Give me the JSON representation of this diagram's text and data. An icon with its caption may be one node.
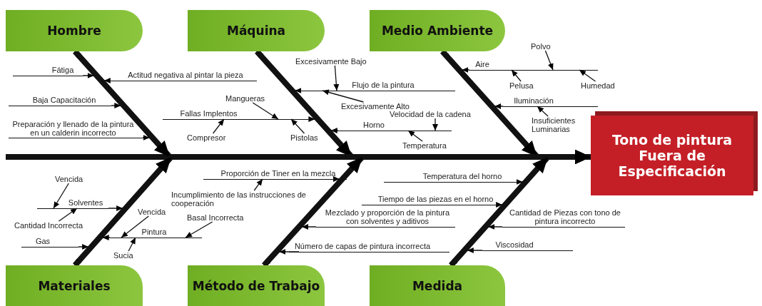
{
  "diagram": {
    "nodes": [
      {
        "text": [
          "Hombre"
        ]
      },
      {
        "text": [
          "Máquina"
        ]
      },
      {
        "text": [
          "Medio Ambiente"
        ]
      },
      {
        "text": [
          "Fátiga"
        ]
      },
      {
        "text": [
          "Actitud negativa al pintar la pieza"
        ]
      },
      {
        "text": [
          "Baja Capacitación"
        ]
      },
      {
        "text": [
          "Preparación y llenado de la pintura en un calderin incorrecto"
        ]
      },
      {
        "text": [
          "Excesivamente Bajo"
        ]
      },
      {
        "text": [
          "Flujo de la pintura"
        ]
      },
      {
        "text": [
          "Excesivamente Alto"
        ]
      },
      {
        "text": [
          "Mangueras"
        ]
      },
      {
        "text": [
          "Fallas Implentos"
        ]
      },
      {
        "text": [
          "Compresor"
        ]
      },
      {
        "text": [
          "Pistolas"
        ]
      },
      {
        "text": [
          "Velocidad de la cadena"
        ]
      },
      {
        "text": [
          "Horno"
        ]
      },
      {
        "text": [
          "Temperatura"
        ]
      },
      {
        "text": [
          "Polvo"
        ]
      },
      {
        "text": [
          "Aire"
        ]
      },
      {
        "text": [
          "Pelusa"
        ]
      },
      {
        "text": [
          "Humedad"
        ]
      },
      {
        "text": [
          "Iluminación"
        ]
      },
      {
        "text": [
          "Insuficientes Luminarias"
        ]
      },
      {
        "text": [
          "Tono de pintura Fuera de Especificación"
        ]
      },
      {
        "text": [
          "Vencida"
        ]
      },
      {
        "text": [
          "Solventes"
        ]
      },
      {
        "text": [
          "Cantidad Incorrecta"
        ]
      },
      {
        "text": [
          "Gas"
        ]
      },
      {
        "text": [
          "Vencida"
        ]
      },
      {
        "text": [
          "Pintura"
        ]
      },
      {
        "text": [
          "Sucia"
        ]
      },
      {
        "text": [
          "Basal Incorrecta"
        ]
      },
      {
        "text": [
          "Proporción de Tiner en la mezcla"
        ]
      },
      {
        "text": [
          "Incumplimiento de las instrucciones de cooperación"
        ]
      },
      {
        "text": [
          "Mezclado y proporción de la pintura con solventes y aditivos"
        ]
      },
      {
        "text": [
          "Número de capas de pintura incorrecta"
        ]
      },
      {
        "text": [
          "Temperatura del horno"
        ]
      },
      {
        "text": [
          "Tiempo de las piezas en el horno"
        ]
      },
      {
        "text": [
          "Cantidad de Piezas con tono de pintura incorrecto"
        ]
      },
      {
        "text": [
          "Viscosidad"
        ]
      },
      {
        "text": [
          "Materiales"
        ]
      },
      {
        "text": [
          "Método de Trabajo"
        ]
      },
      {
        "text": [
          "Medida"
        ]
      }
    ],
    "edges": [
      {
        "from": null,
        "to": 23,
        "arrow": "to",
        "style": "thick"
      },
      {
        "from": 0,
        "to": 23,
        "arrow": "to",
        "style": "thick"
      },
      {
        "from": 1,
        "to": 23,
        "arrow": "to",
        "style": "thick"
      },
      {
        "from": 2,
        "to": 23,
        "arrow": "to",
        "style": "thick"
      },
      {
        "from": 40,
        "to": 23,
        "arrow": "to",
        "style": "thick"
      },
      {
        "from": 41,
        "to": 23,
        "arrow": "to",
        "style": "thick"
      },
      {
        "from": 42,
        "to": 23,
        "arrow": "to",
        "style": "thick"
      },
      {
        "from": 3,
        "to": 0,
        "arrow": "to"
      },
      {
        "from": 4,
        "to": 0,
        "arrow": "to"
      },
      {
        "from": 5,
        "to": 0,
        "arrow": "to"
      },
      {
        "from": 6,
        "to": 0,
        "arrow": "to"
      },
      {
        "from": 8,
        "to": 1,
        "arrow": "to"
      },
      {
        "from": 11,
        "to": 1,
        "arrow": "to"
      },
      {
        "from": 15,
        "to": 1,
        "arrow": "to"
      },
      {
        "from": 18,
        "to": 2,
        "arrow": "to"
      },
      {
        "from": 21,
        "to": 2,
        "arrow": "to"
      },
      {
        "from": 25,
        "to": 40,
        "arrow": "to"
      },
      {
        "from": 27,
        "to": 40,
        "arrow": "to"
      },
      {
        "from": 29,
        "to": 40,
        "arrow": "to"
      },
      {
        "from": 32,
        "to": 41,
        "arrow": "to"
      },
      {
        "from": 34,
        "to": 41,
        "arrow": "to"
      },
      {
        "from": 35,
        "to": 41,
        "arrow": "to"
      },
      {
        "from": 36,
        "to": 42,
        "arrow": "to"
      },
      {
        "from": 37,
        "to": 42,
        "arrow": "to"
      },
      {
        "from": 38,
        "to": 42,
        "arrow": "to"
      },
      {
        "from": 39,
        "to": 42,
        "arrow": "to"
      },
      {
        "from": 7,
        "to": 8,
        "arrow": "to"
      },
      {
        "from": 9,
        "to": 8,
        "arrow": "to"
      },
      {
        "from": 10,
        "to": 11,
        "arrow": "to"
      },
      {
        "from": 12,
        "to": 11,
        "arrow": "to"
      },
      {
        "from": 13,
        "to": 11,
        "arrow": "to"
      },
      {
        "from": 14,
        "to": 15,
        "arrow": "to"
      },
      {
        "from": 16,
        "to": 15,
        "arrow": "to"
      },
      {
        "from": 17,
        "to": 18,
        "arrow": "to"
      },
      {
        "from": 19,
        "to": 18,
        "arrow": "to"
      },
      {
        "from": 20,
        "to": 18,
        "arrow": "to"
      },
      {
        "from": 22,
        "to": 21,
        "arrow": "to"
      },
      {
        "from": 24,
        "to": 25,
        "arrow": "to"
      },
      {
        "from": 26,
        "to": 25,
        "arrow": "to"
      },
      {
        "from": 28,
        "to": 29,
        "arrow": "to"
      },
      {
        "from": 30,
        "to": 29,
        "arrow": "to"
      },
      {
        "from": 31,
        "to": 29,
        "arrow": "to"
      },
      {
        "from": 33,
        "to": 32,
        "arrow": "to"
      }
    ]
  }
}
